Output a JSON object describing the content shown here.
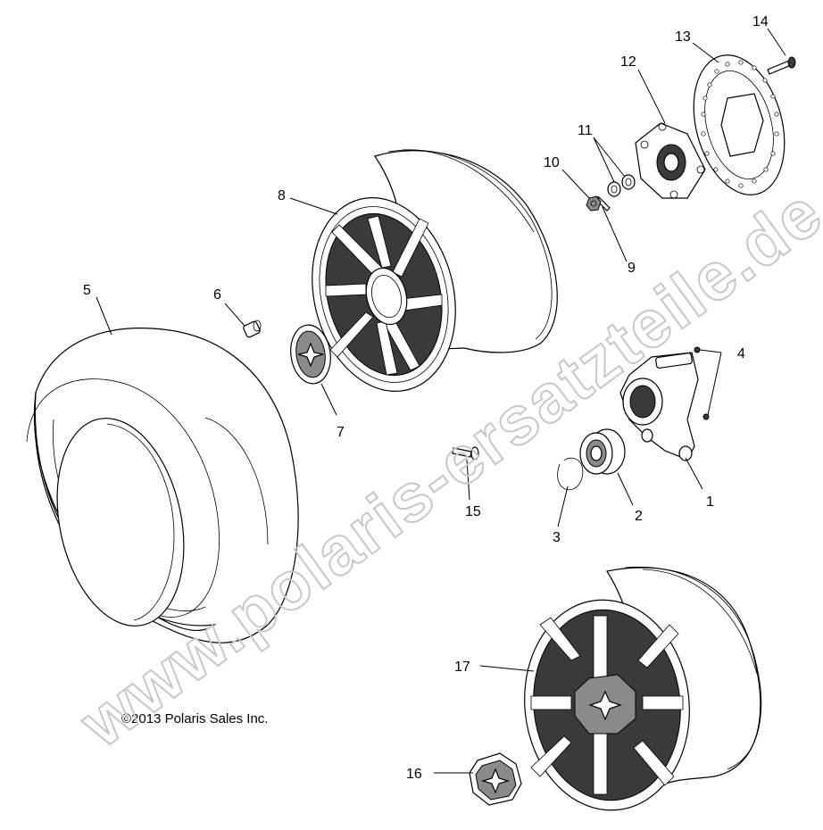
{
  "callouts": {
    "c1": "1",
    "c2": "2",
    "c3": "3",
    "c4": "4",
    "c5": "5",
    "c6": "6",
    "c7": "7",
    "c8": "8",
    "c9": "9",
    "c10": "10",
    "c11": "11",
    "c12": "12",
    "c13": "13",
    "c14": "14",
    "c15": "15",
    "c16": "16",
    "c17": "17"
  },
  "copyright": "©2013 Polaris Sales Inc.",
  "watermark": "www.polaris-ersatzteile.de",
  "icons": {
    "logo": "polaris-star-logo-icon"
  }
}
